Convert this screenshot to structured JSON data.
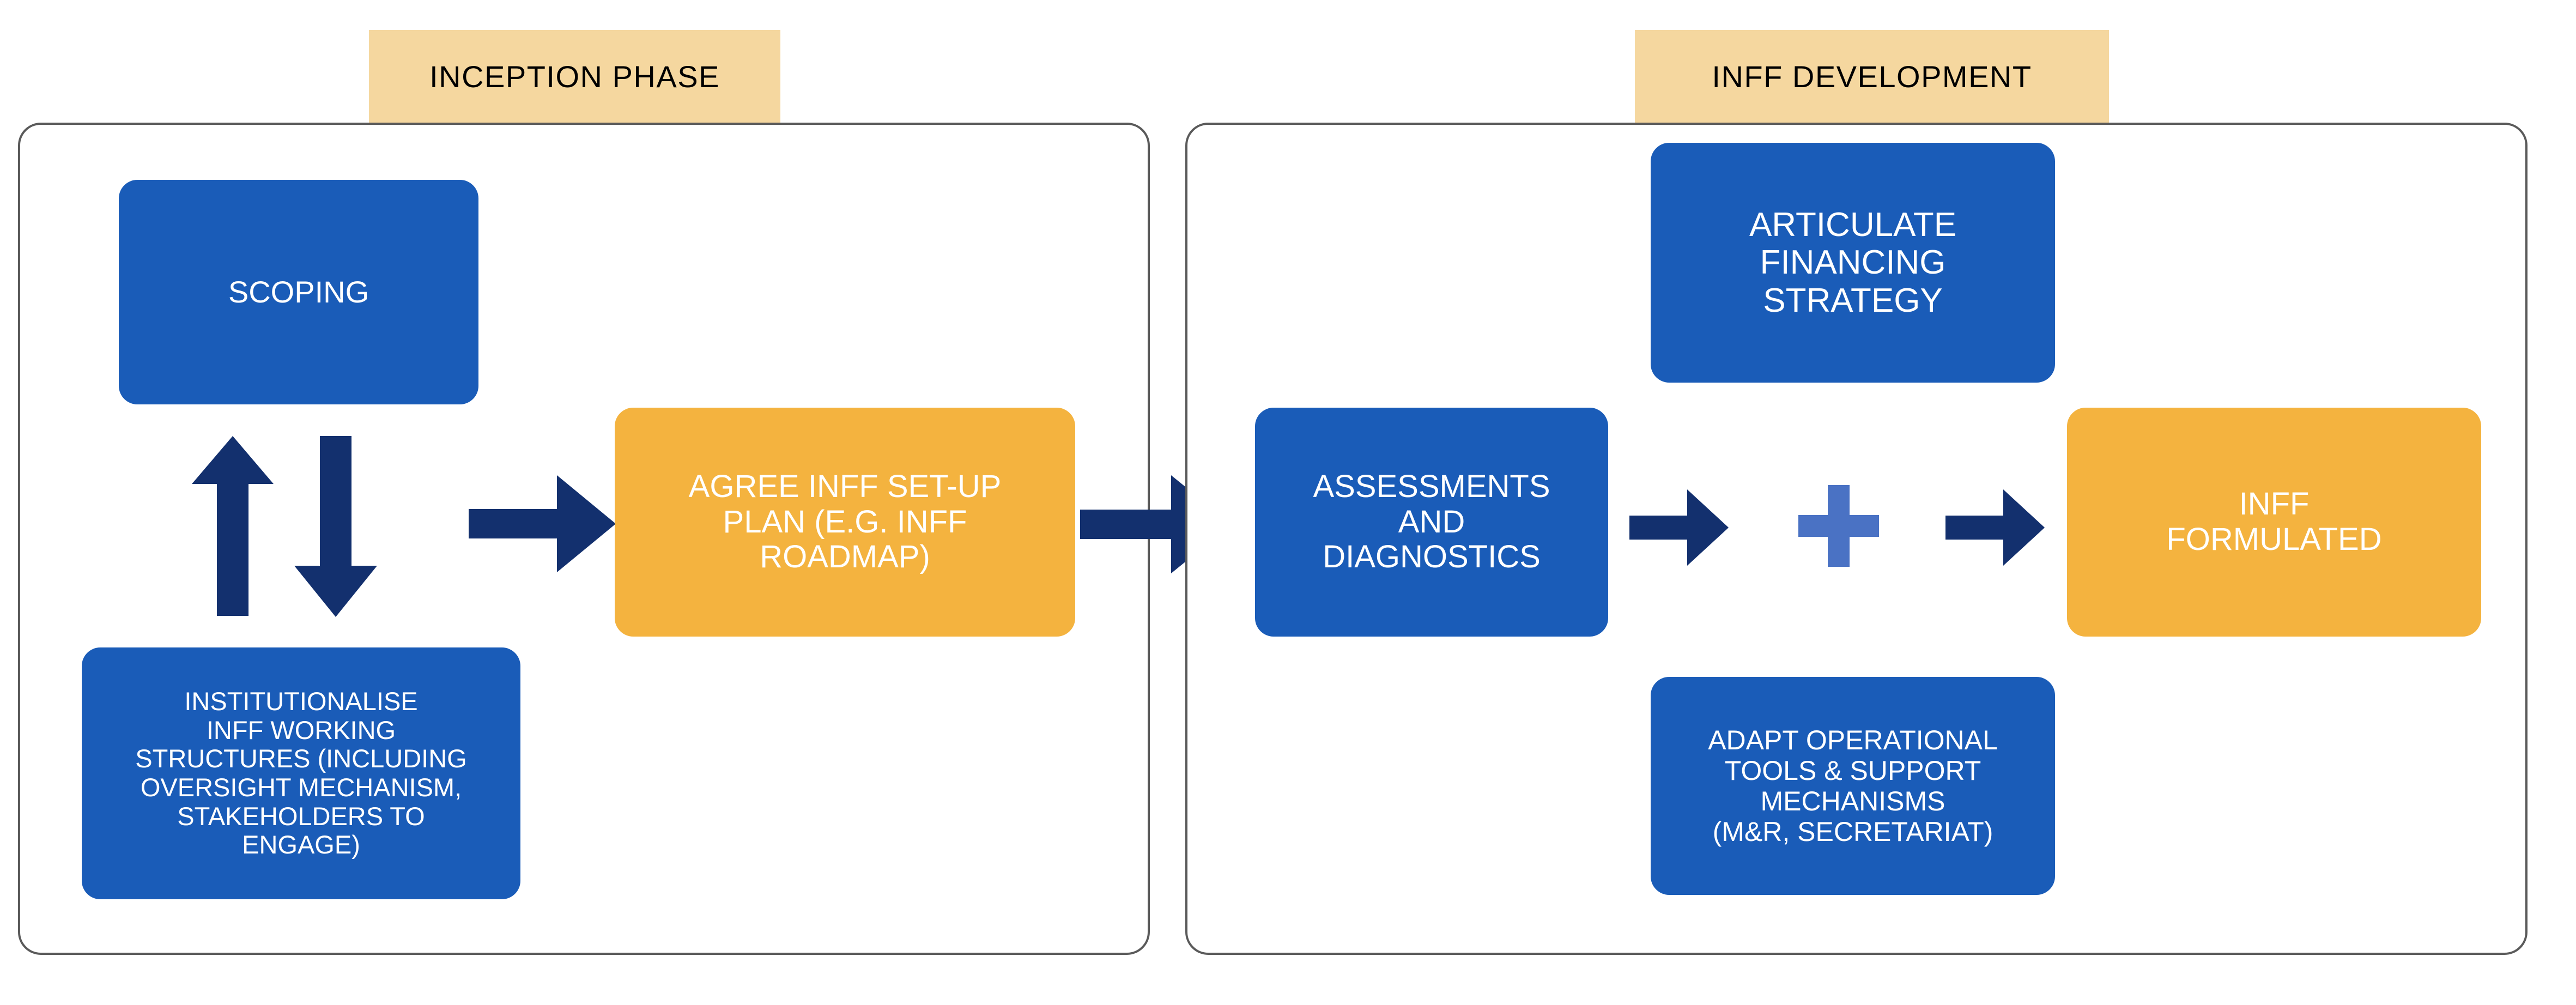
{
  "diagram": {
    "title": "INFF process phases",
    "background": "#ffffff",
    "colors": {
      "node_blue": "#1a5cb8",
      "node_orange": "#f4b33f",
      "arrow_navy": "#13306e",
      "plus_blue": "#4a72c4",
      "phase_label_bg": "#f5d79f",
      "panel_border": "#5a5a5a",
      "node_text": "#ffffff",
      "phase_label_text": "#000000"
    }
  },
  "phases": [
    {
      "id": "inception",
      "label": "INCEPTION PHASE"
    },
    {
      "id": "inff-development",
      "label": "INFF DEVELOPMENT"
    }
  ],
  "nodes": [
    {
      "id": "scoping",
      "label": "SCOPING",
      "color": "blue",
      "font_size": 56
    },
    {
      "id": "institutionalise",
      "label": "INSTITUTIONALISE\nINFF WORKING\nSTRUCTURES (INCLUDING\nOVERSIGHT MECHANISM,\nSTAKEHOLDERS TO\nENGAGE)",
      "color": "blue",
      "font_size": 47
    },
    {
      "id": "agree-setup-plan",
      "label": "AGREE INFF SET-UP\nPLAN (E.G. INFF\nROADMAP)",
      "color": "orange",
      "font_size": 58
    },
    {
      "id": "articulate-strategy",
      "label": "ARTICULATE\nFINANCING\nSTRATEGY",
      "color": "blue",
      "font_size": 62
    },
    {
      "id": "assessments",
      "label": "ASSESSMENTS\nAND\nDIAGNOSTICS",
      "color": "blue",
      "font_size": 58
    },
    {
      "id": "adapt-tools",
      "label": "ADAPT OPERATIONAL\nTOOLS & SUPPORT\nMECHANISMS\n(M&R, SECRETARIAT)",
      "color": "blue",
      "font_size": 50
    },
    {
      "id": "inff-formulated",
      "label": "INFF\nFORMULATED",
      "color": "orange",
      "font_size": 58
    }
  ],
  "connectors": [
    {
      "id": "scoping-up",
      "icon": "arrow-up-icon",
      "direction": "up"
    },
    {
      "id": "institutionalise-down",
      "icon": "arrow-down-icon",
      "direction": "down"
    },
    {
      "id": "to-agree-setup-plan",
      "icon": "arrow-right-icon",
      "direction": "right"
    },
    {
      "id": "inception-to-development",
      "icon": "arrow-right-icon",
      "direction": "right"
    },
    {
      "id": "assessments-to-plus",
      "icon": "arrow-right-icon",
      "direction": "right"
    },
    {
      "id": "plus-combiner",
      "icon": "plus-icon",
      "direction": "none"
    },
    {
      "id": "plus-to-inff-formulated",
      "icon": "arrow-right-icon",
      "direction": "right"
    }
  ]
}
